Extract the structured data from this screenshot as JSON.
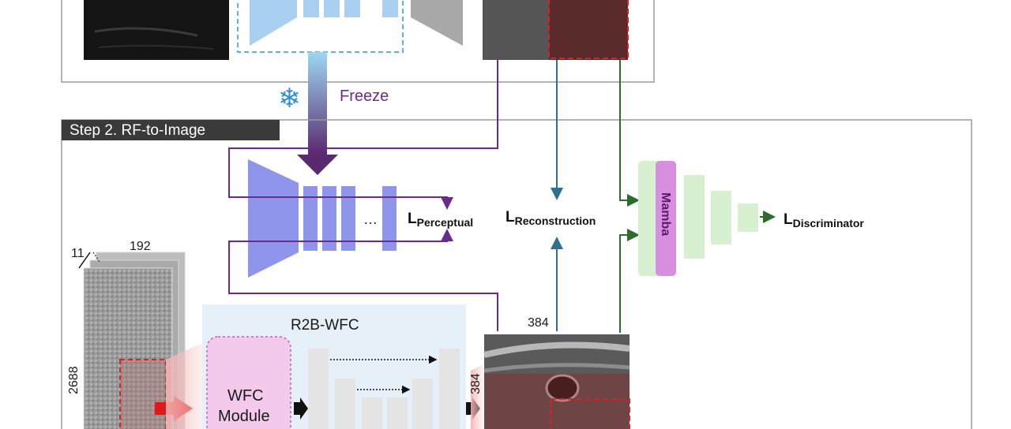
{
  "step1_annotation": {
    "freeze_label": "Freeze",
    "freeze_icon": "snowflake-icon"
  },
  "step2": {
    "title": "Step 2. RF-to-Image"
  },
  "encoder": {
    "ellipsis": "…"
  },
  "losses": {
    "perceptual": {
      "main": "L",
      "sub": "Perceptual"
    },
    "reconstruction": {
      "main": "L",
      "sub": "Reconstruction"
    },
    "discriminator": {
      "main": "L",
      "sub": "Discriminator"
    }
  },
  "discriminator": {
    "mamba_label": "Mamba"
  },
  "rf_input": {
    "channels": "11",
    "width": "192",
    "height": "2688"
  },
  "r2b_wfc": {
    "title": "R2B-WFC",
    "module_line1": "WFC",
    "module_line2": "Module"
  },
  "output_image": {
    "width": "384",
    "height": "384"
  },
  "colors": {
    "purple_line": "#6a2a8e",
    "teal_line": "#2f6f8f",
    "green_line": "#2e6b2e",
    "encoder_blue": "#8f95ea",
    "r2b_bg": "#e6f0f8",
    "mamba_pink": "#d98fe0",
    "disc_green": "#d6f0d0"
  }
}
